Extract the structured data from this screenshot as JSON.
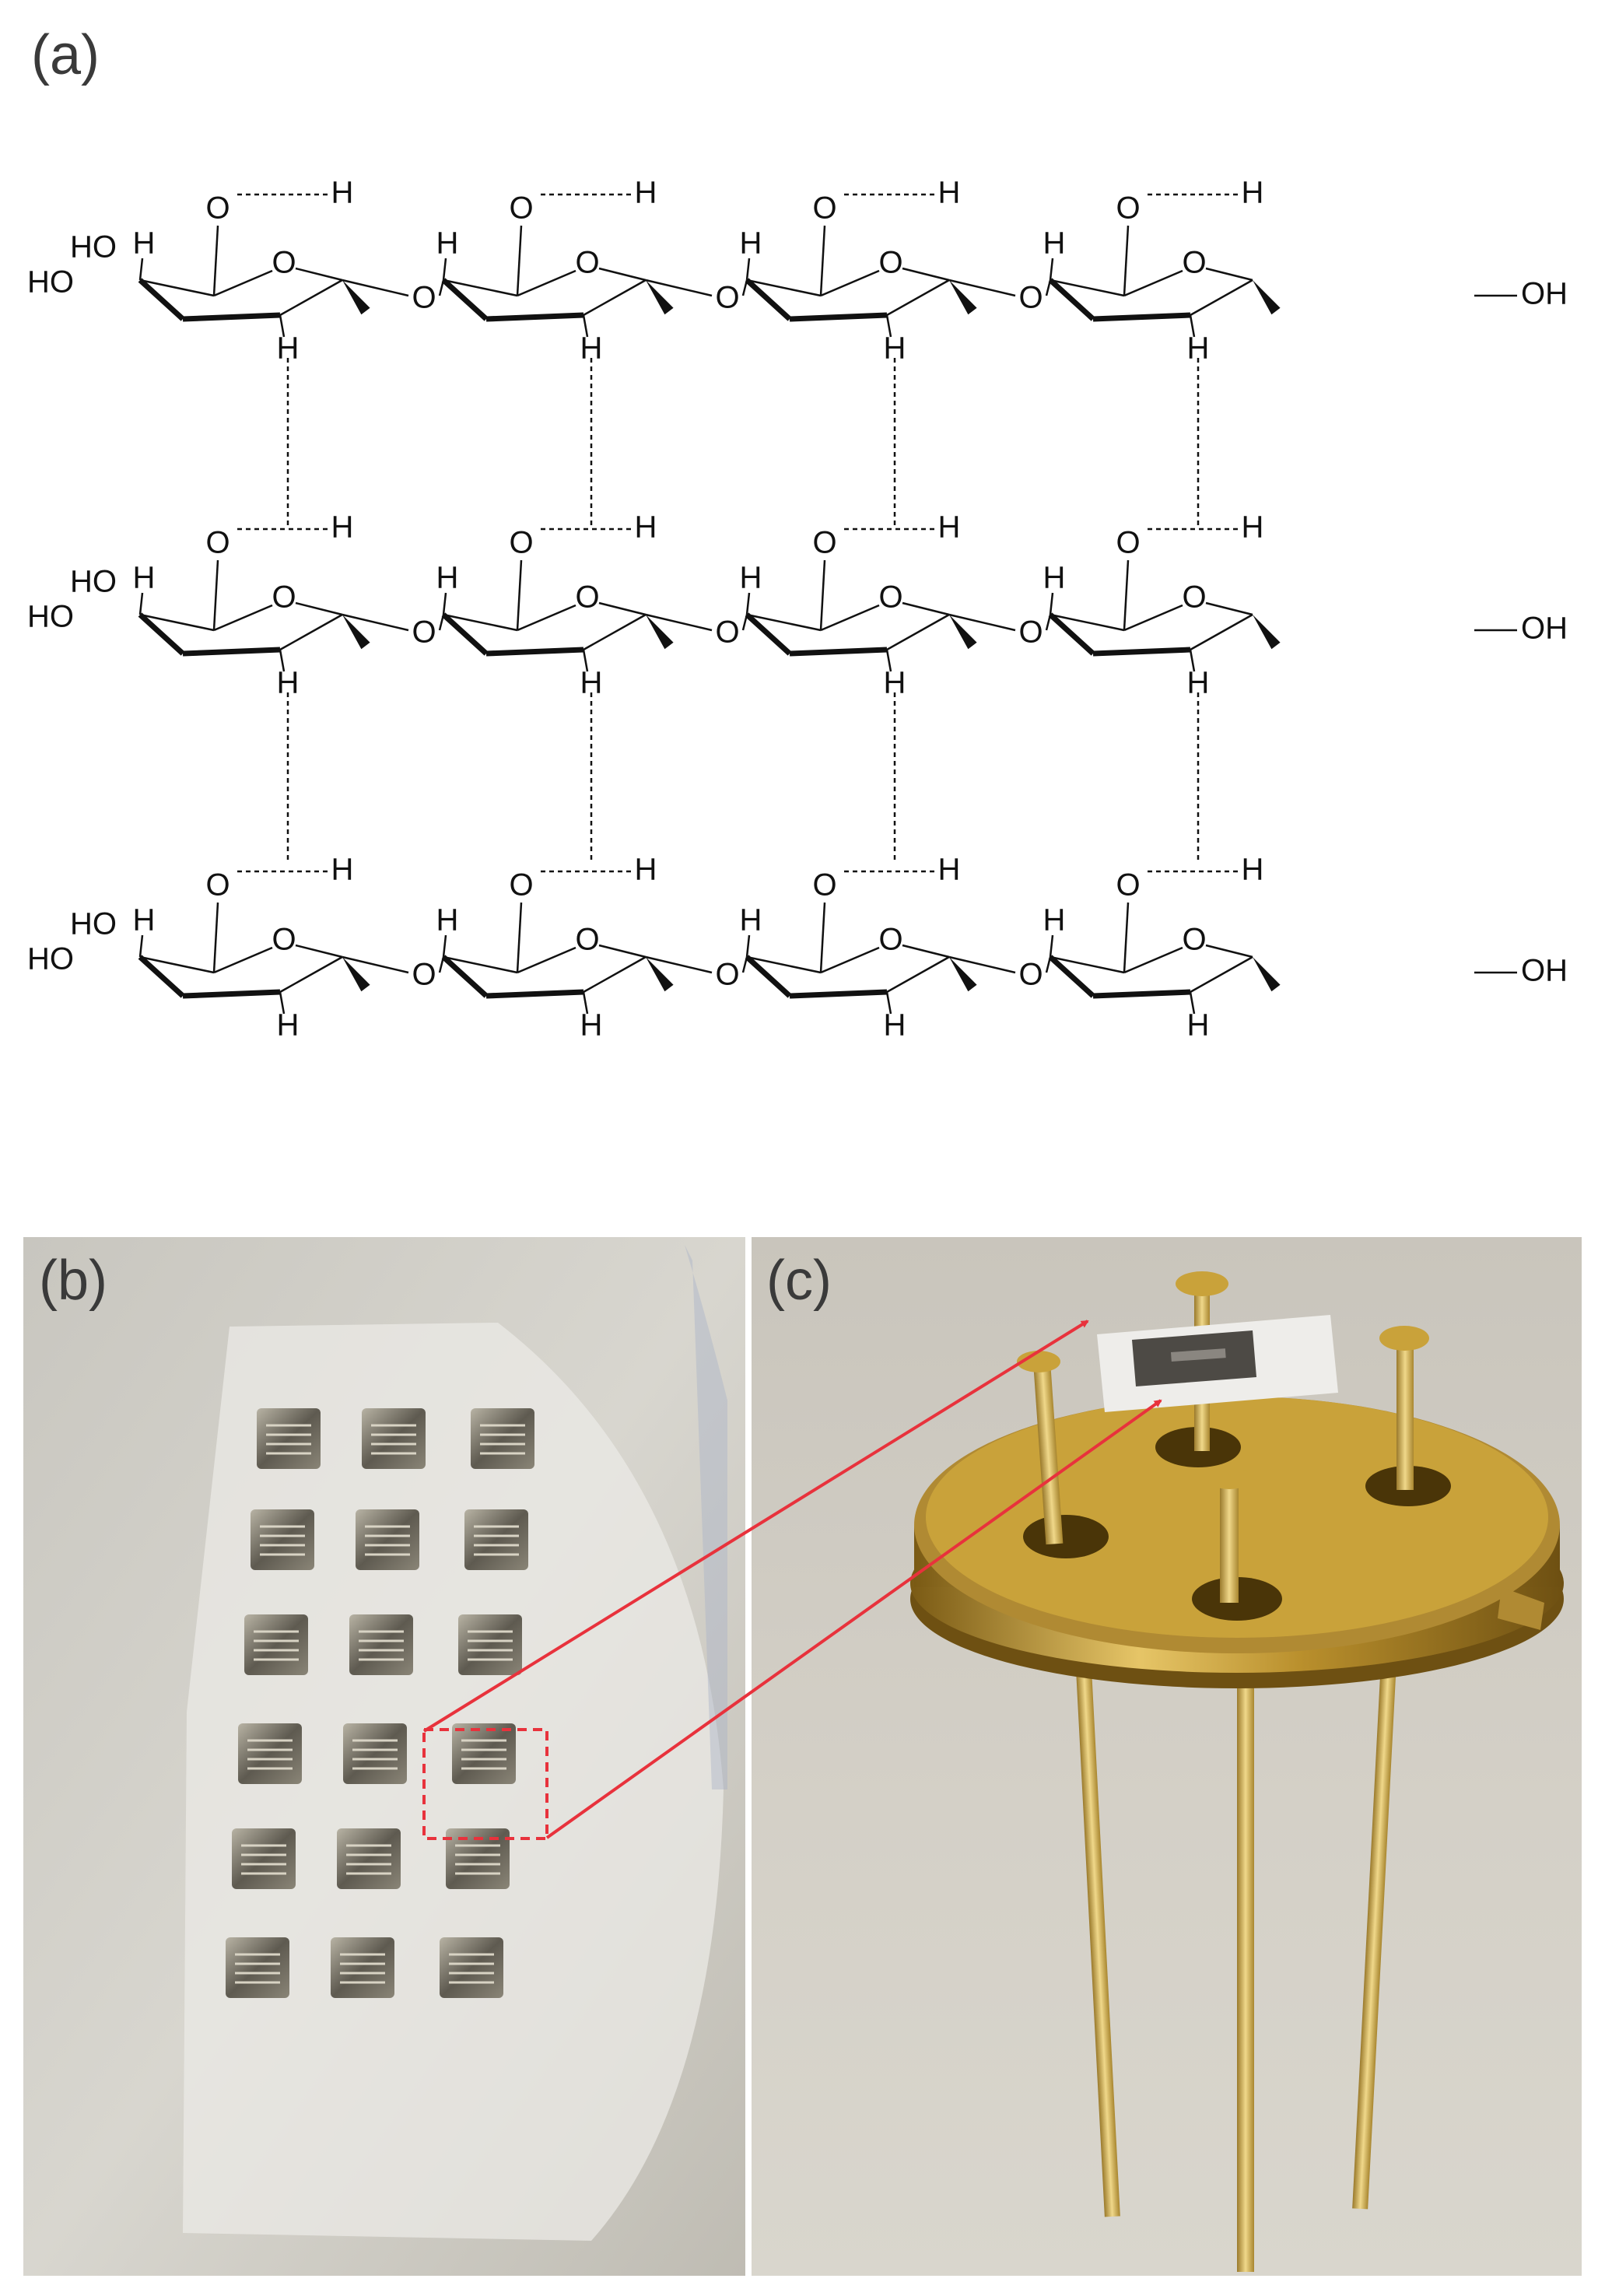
{
  "figure": {
    "panel_a": {
      "label": "(a)"
    },
    "panel_b": {
      "label": "(b)"
    },
    "panel_c": {
      "label": "(c)"
    }
  },
  "structure": {
    "rows": 3,
    "ring_atom": "O",
    "hydroxyl": "OH",
    "hydrogen": "H",
    "oxygen": "O",
    "ho_label": "HO"
  },
  "photo_b": {
    "sensor_rows": 6,
    "sensor_cols": 3,
    "highlight": {
      "row": 4,
      "col": 3
    }
  },
  "colors": {
    "bond": "#111111",
    "hbond": "#111111",
    "arrow": "#e8323c",
    "highlight_box": "#e8323c",
    "substrate": "#d9d6cd",
    "gold": "#c9a23a"
  }
}
